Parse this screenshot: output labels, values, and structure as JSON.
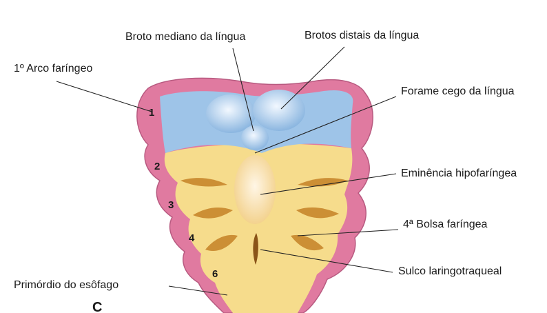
{
  "panel_label": "C",
  "labels": {
    "arch1": "1º Arco faríngeo",
    "median_bud": "Broto mediano da língua",
    "distal_buds": "Brotos distais da língua",
    "foramen": "Forame cego da língua",
    "hypopharyngeal": "Eminência hipofaríngea",
    "pouch4": "4ª Bolsa faríngea",
    "groove": "Sulco laringotraqueal",
    "esophagus": "Primórdio do esôfago"
  },
  "arch_numbers": [
    "1",
    "2",
    "3",
    "4",
    "6"
  ],
  "colors": {
    "arch_pink": "#e07aa0",
    "tongue_blue": "#9ec4e8",
    "floor_yellow": "#f6dc8c",
    "ridge_brown": "#c8872c"
  }
}
